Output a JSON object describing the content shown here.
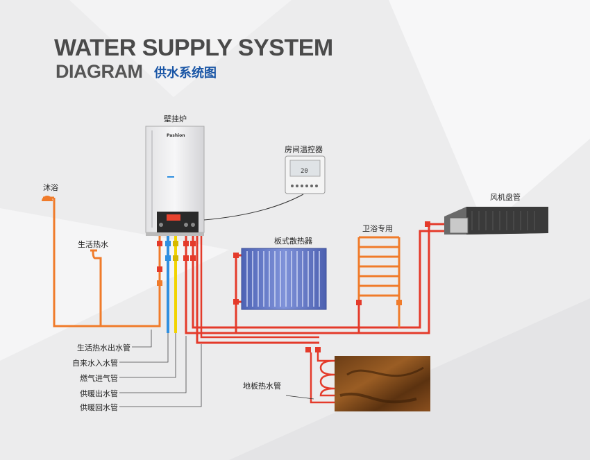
{
  "header": {
    "title_line1": "WATER SUPPLY SYSTEM",
    "title_line2": "DIAGRAM",
    "title_cn": "供水系统图"
  },
  "boiler": {
    "label": "壁挂炉",
    "brand": "Pashion"
  },
  "thermostat": {
    "label": "房间温控器",
    "reading": "20"
  },
  "shower": {
    "label": "沐浴"
  },
  "hot_water_tap": {
    "label": "生活热水"
  },
  "radiator": {
    "label": "板式散热器"
  },
  "towel_rack": {
    "label": "卫浴专用"
  },
  "fan_coil": {
    "label": "风机盘管"
  },
  "floor_heating": {
    "label": "地板热水管"
  },
  "pipe_legend": [
    {
      "label": "生活热水出水管",
      "color": "#f07b2a"
    },
    {
      "label": "自来水入水管",
      "color": "#2f8fe0"
    },
    {
      "label": "燃气进气管",
      "color": "#f2d400"
    },
    {
      "label": "供暖出水管",
      "color": "#e43a2a"
    },
    {
      "label": "供暖回水管",
      "color": "#e43a2a"
    }
  ],
  "colors": {
    "hot_water": "#f07b2a",
    "cold_water": "#2f8fe0",
    "gas": "#f2d400",
    "heating": "#e43a2a",
    "title_cn": "#1a56a6"
  }
}
